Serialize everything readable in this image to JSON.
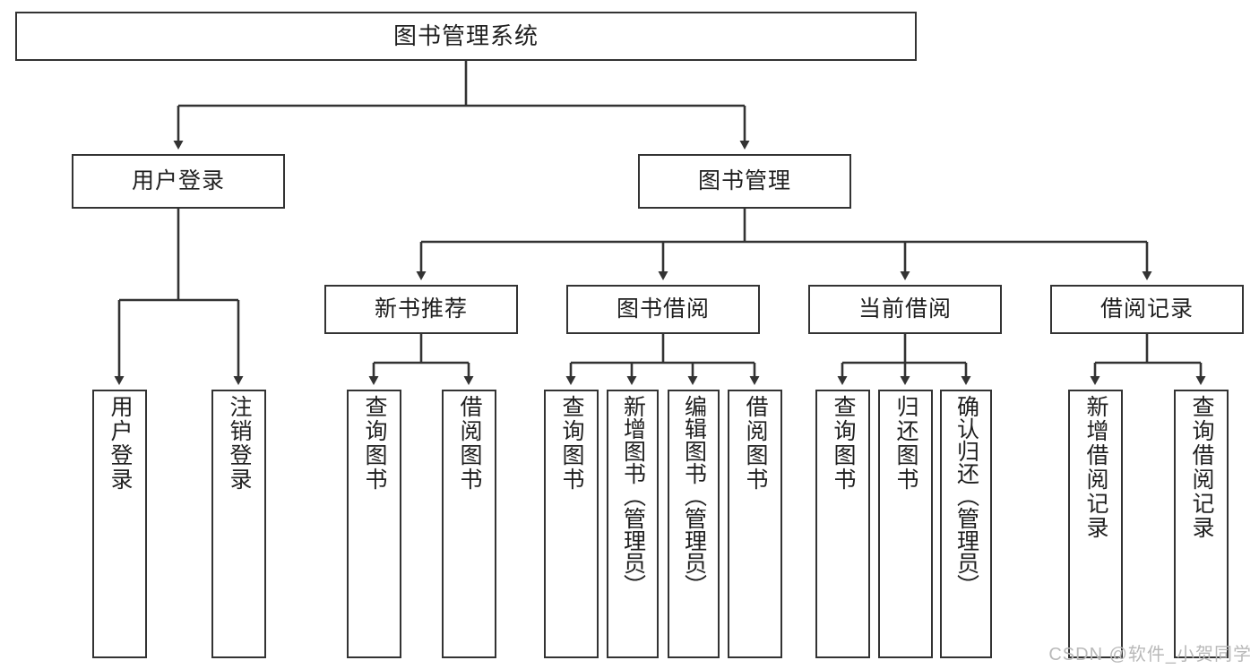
{
  "diagram": {
    "title": "图书管理系统",
    "type": "功能结构图",
    "stroke_color": "#333333",
    "fill_color": "#ffffff",
    "text_color": "#1f1f1f"
  },
  "root": {
    "label": "图书管理系统"
  },
  "level1": [
    {
      "label": "用户登录"
    },
    {
      "label": "图书管理"
    }
  ],
  "level2": [
    {
      "label": "新书推荐"
    },
    {
      "label": "图书借阅"
    },
    {
      "label": "当前借阅"
    },
    {
      "label": "借阅记录"
    }
  ],
  "leaves": {
    "user_login": [
      {
        "label": "用户登录"
      },
      {
        "label": "注销登录"
      }
    ],
    "new_book_recommend": [
      {
        "label": "查询图书"
      },
      {
        "label": "借阅图书"
      }
    ],
    "book_borrow": [
      {
        "label": "查询图书"
      },
      {
        "label": "新增图书（管理员）"
      },
      {
        "label": "编辑图书（管理员）"
      },
      {
        "label": "借阅图书"
      }
    ],
    "current_borrow": [
      {
        "label": "查询图书"
      },
      {
        "label": "归还图书"
      },
      {
        "label": "确认归还（管理员）"
      }
    ],
    "borrow_record": [
      {
        "label": "新增借阅记录"
      },
      {
        "label": "查询借阅记录"
      }
    ]
  },
  "watermark": {
    "text": "CSDN @软件_小贺同学"
  }
}
